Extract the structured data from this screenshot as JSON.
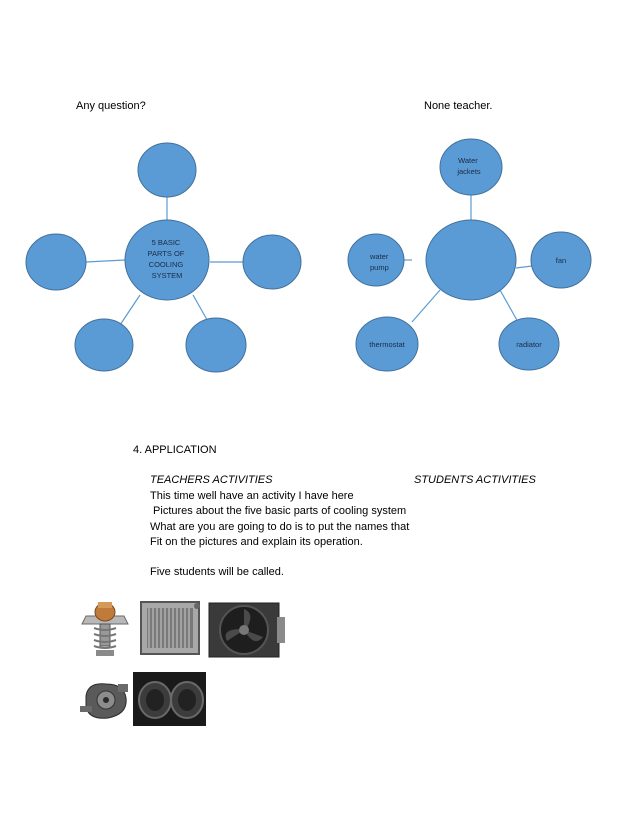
{
  "dialogue": {
    "question": "Any question?",
    "answer": "None teacher."
  },
  "diagram_left": {
    "center_lines": [
      "5 BASIC",
      "PARTS OF",
      "COOLING",
      "SYSTEM"
    ]
  },
  "diagram_right": {
    "top_lines": [
      "Water",
      "jackets"
    ],
    "left_lines": [
      "water",
      "pump"
    ],
    "right": "fan",
    "bottom_left": "thermostat",
    "bottom_right": "radiator"
  },
  "application": {
    "heading": "4.  APPLICATION",
    "teachers_heading": "TEACHERS ACTIVITIES",
    "students_heading": "STUDENTS ACTIVITIES",
    "lines": [
      "This time well have an activity I have here",
      " Pictures about the five basic parts of cooling system",
      "What are you are going to do is to put the names that",
      "Fit on the pictures and explain its operation."
    ],
    "closing": "Five students will be called."
  },
  "colors": {
    "node_fill": "#5b9bd5",
    "node_stroke": "#41719c"
  },
  "photos": [
    "thermostat-photo",
    "radiator-photo",
    "fan-photo",
    "water-pump-photo",
    "water-jacket-photo"
  ]
}
